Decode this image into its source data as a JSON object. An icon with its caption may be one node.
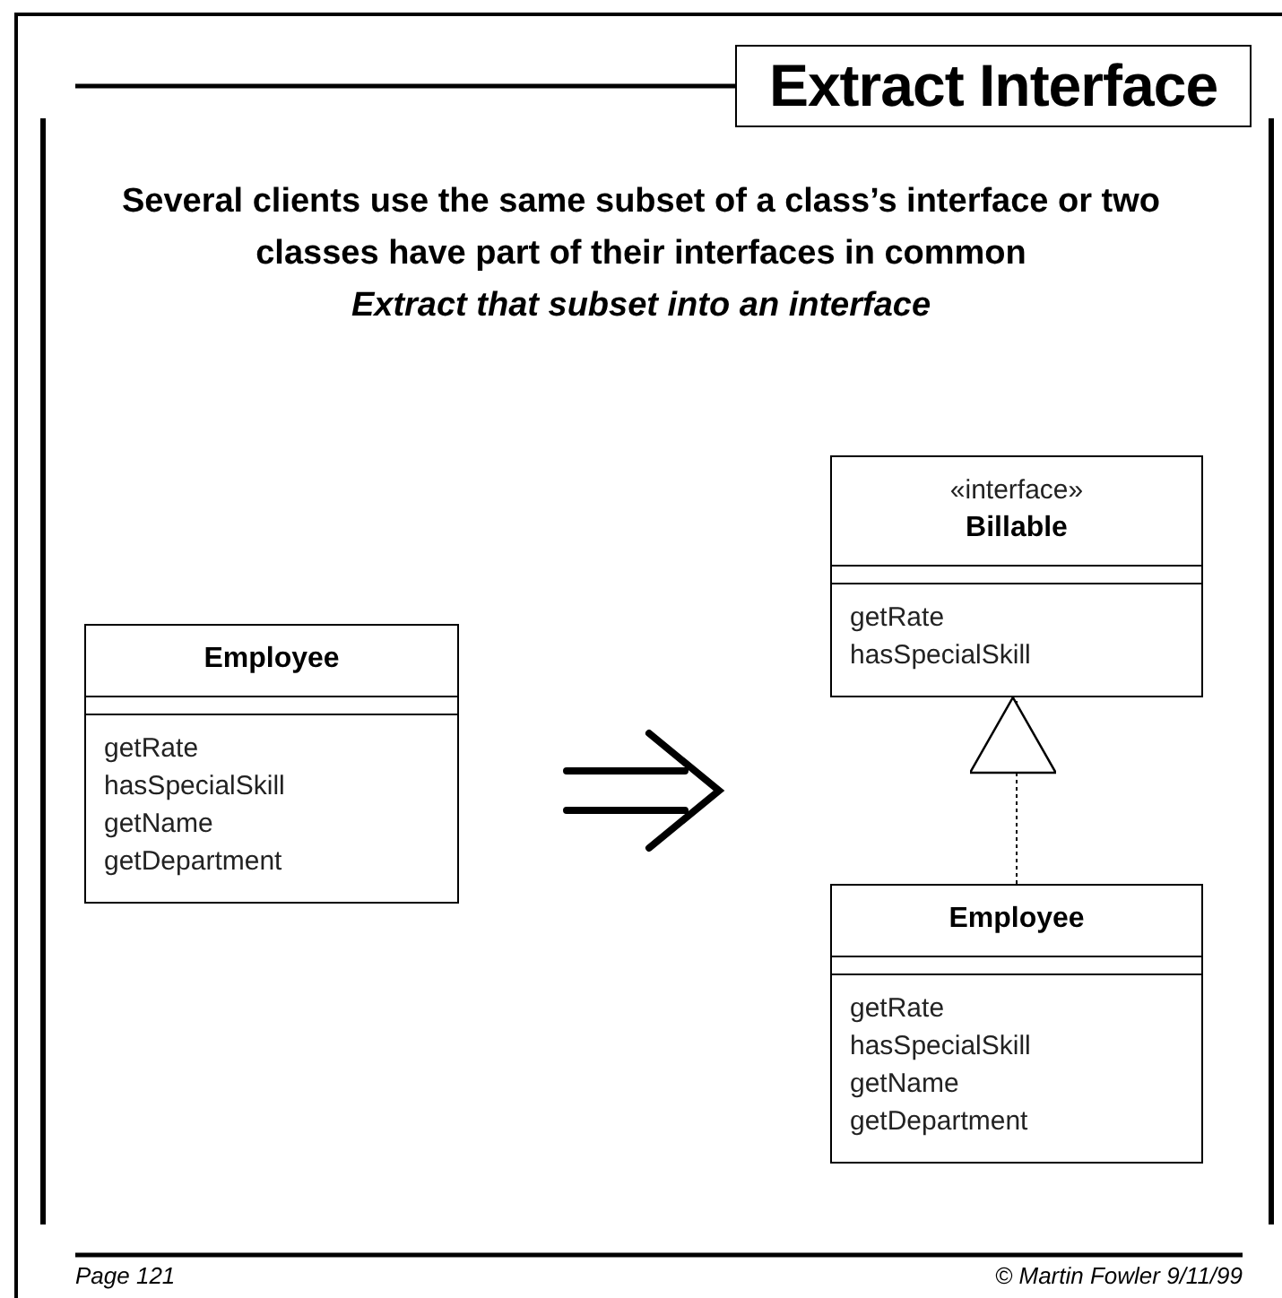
{
  "diagram": {
    "title": "Extract Interface",
    "nodes": [
      {
        "text": [
          "Employee",
          "getRate",
          "hasSpecialSkill",
          "getName",
          "getDepartment"
        ]
      },
      {
        "text": [
          "«interface»",
          "Billable",
          "getRate",
          "hasSpecialSkill"
        ]
      },
      {
        "text": [
          "Employee",
          "getRate",
          "hasSpecialSkill",
          "getName",
          "getDepartment"
        ]
      }
    ],
    "edges": [
      {
        "from": 2,
        "to": 1,
        "arrow": "to",
        "style": "dashed"
      }
    ],
    "labels": [
      "Several clients use the same subset of a class’s interface or two classes have part of their interfaces in common",
      "Extract that subset into an interface",
      "Page 121",
      "© Martin Fowler 9/11/99"
    ]
  }
}
